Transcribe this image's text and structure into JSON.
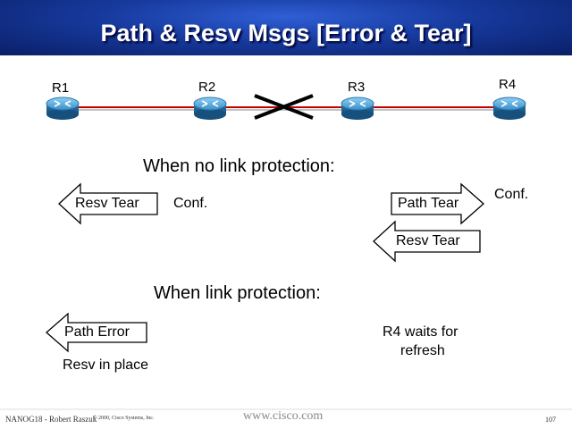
{
  "slide": {
    "title": "Path & Resv Msgs [Error & Tear]",
    "routers": [
      {
        "label": "R1"
      },
      {
        "label": "R2"
      },
      {
        "label": "R3"
      },
      {
        "label": "R4"
      }
    ],
    "no_protection": {
      "heading": "When no link protection:",
      "resv_tear_left": "Resv Tear",
      "conf_left": "Conf.",
      "path_tear": "Path Tear",
      "conf_right": "Conf.",
      "resv_tear_right": "Resv Tear"
    },
    "protection": {
      "heading": "When link protection:",
      "path_error": "Path Error",
      "resv_in_place": "Resv in place",
      "r4_waits_line1": "R4 waits for",
      "r4_waits_line2": "refresh"
    },
    "footer": {
      "left": "NANOG18 - Robert Raszuk",
      "copyright": "© 2000, Cisco Systems, Inc.",
      "center": "www.cisco.com",
      "page": "107"
    },
    "colors": {
      "title_bg": "#173a9e",
      "link": "#c00000",
      "router": "#3a8fc8"
    }
  }
}
